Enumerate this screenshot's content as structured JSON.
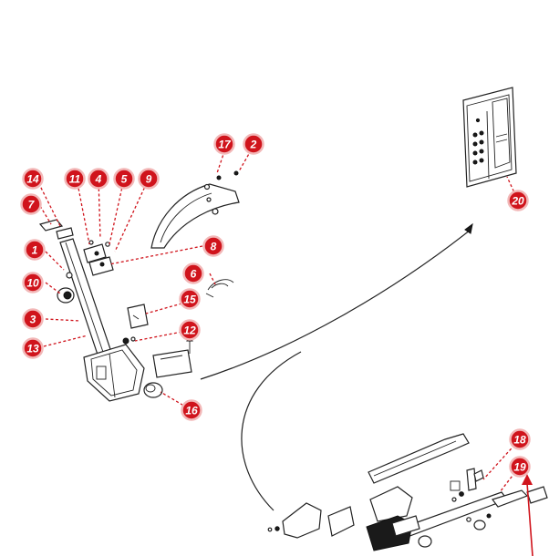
{
  "diagram": {
    "callout_color": "#d0141c",
    "callouts": [
      {
        "id": "1",
        "label": "1"
      },
      {
        "id": "2",
        "label": "2"
      },
      {
        "id": "3",
        "label": "3"
      },
      {
        "id": "4",
        "label": "4"
      },
      {
        "id": "5",
        "label": "5"
      },
      {
        "id": "6",
        "label": "6"
      },
      {
        "id": "7",
        "label": "7"
      },
      {
        "id": "8",
        "label": "8"
      },
      {
        "id": "9",
        "label": "9"
      },
      {
        "id": "10",
        "label": "10"
      },
      {
        "id": "11",
        "label": "11"
      },
      {
        "id": "12",
        "label": "12"
      },
      {
        "id": "13",
        "label": "13"
      },
      {
        "id": "14",
        "label": "14"
      },
      {
        "id": "15",
        "label": "15"
      },
      {
        "id": "16",
        "label": "16"
      },
      {
        "id": "17",
        "label": "17"
      },
      {
        "id": "18",
        "label": "18"
      },
      {
        "id": "19",
        "label": "19"
      },
      {
        "id": "20",
        "label": "20"
      }
    ]
  }
}
